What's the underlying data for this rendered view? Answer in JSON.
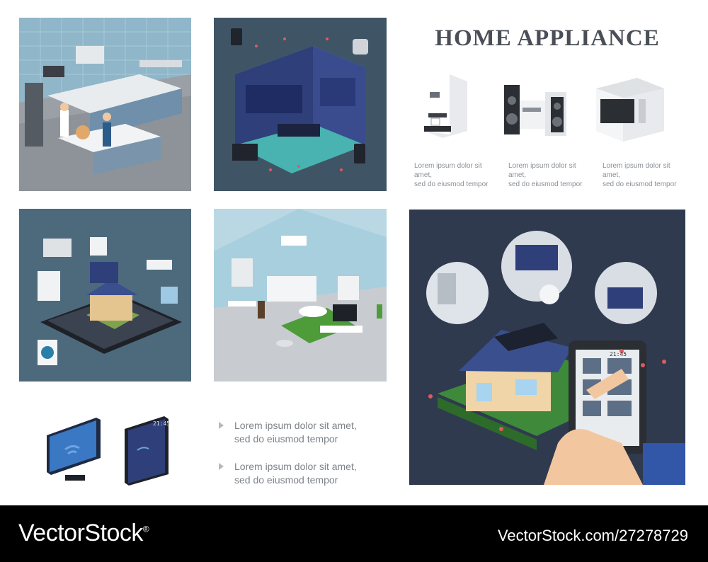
{
  "title": "HOME APPLIANCE",
  "captions": [
    {
      "line1": "Lorem ipsum dolor sit amet,",
      "line2": "sed do eiusmod tempor"
    },
    {
      "line1": "Lorem ipsum dolor sit amet,",
      "line2": "sed do eiusmod tempor"
    },
    {
      "line1": "Lorem ipsum dolor sit amet,",
      "line2": "sed do eiusmod tempor"
    }
  ],
  "bullets": [
    {
      "line1": "Lorem ipsum dolor sit amet,",
      "line2": "sed do eiusmod tempor"
    },
    {
      "line1": "Lorem ipsum dolor sit amet,",
      "line2": "sed do eiusmod tempor"
    }
  ],
  "phone_time": "21:45",
  "tablet_time": "21:45",
  "footer": {
    "brand": "VectorStock",
    "registered": "®",
    "url": "VectorStock.com/27278729"
  },
  "colors": {
    "accent_blue": "#2c4f8f",
    "panel_dark": "#3a4150",
    "footer": "#000000",
    "title": "#4a4f57"
  }
}
